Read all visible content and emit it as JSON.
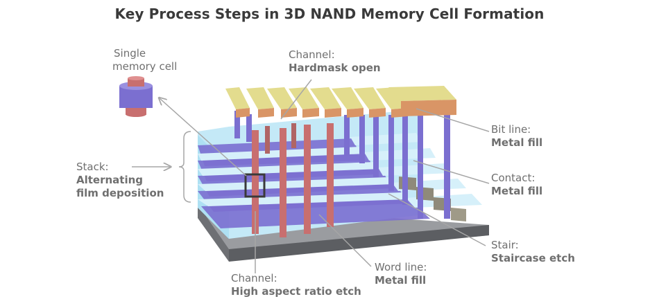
{
  "title": "Key Process Steps in 3D NAND Memory Cell Formation",
  "labels": {
    "single_cell": {
      "line1": "Single",
      "line2": "memory cell"
    },
    "channel_top": {
      "line1": "Channel:",
      "line2": "Hardmask open"
    },
    "bit_line": {
      "line1": "Bit line:",
      "line2": "Metal fill"
    },
    "stack": {
      "line1": "Stack:",
      "line2": "Alternating",
      "line3": "film deposition"
    },
    "contact": {
      "line1": "Contact:",
      "line2": "Metal fill"
    },
    "stair": {
      "line1": "Stair:",
      "line2": "Staircase etch"
    },
    "word_line": {
      "line1": "Word line:",
      "line2": "Metal fill"
    },
    "channel_bottom": {
      "line1": "Channel:",
      "line2": "High aspect ratio etch"
    }
  },
  "colors": {
    "text": "#6f6f6f",
    "title": "#3a3a3a",
    "stack_film": "#b9e4f4",
    "word_line": "#7b6fd0",
    "channel": "#c86f6f",
    "bit_line_top": "#e3dc8e",
    "bit_line_side": "#d99566",
    "base": "#6e7074",
    "stair_contact": "#8f8a7a"
  }
}
